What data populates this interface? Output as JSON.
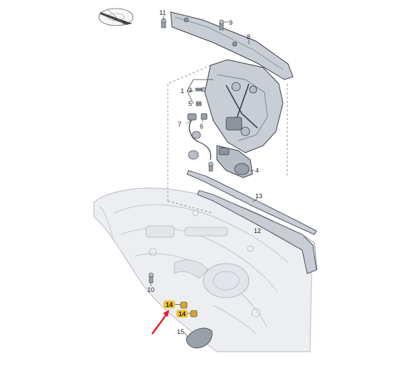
{
  "callouts": [
    {
      "id": "c1",
      "text": "1"
    },
    {
      "id": "c3",
      "text": "3"
    },
    {
      "id": "c4",
      "text": "4"
    },
    {
      "id": "c5",
      "text": "5"
    },
    {
      "id": "c6",
      "text": "6"
    },
    {
      "id": "c7",
      "text": "7"
    },
    {
      "id": "c8",
      "text": "8"
    },
    {
      "id": "c9",
      "text": "9"
    },
    {
      "id": "c10",
      "text": "10"
    },
    {
      "id": "c11",
      "text": "11"
    },
    {
      "id": "c12",
      "text": "12"
    },
    {
      "id": "c13",
      "text": "13"
    },
    {
      "id": "c14a",
      "text": "14"
    },
    {
      "id": "c14b",
      "text": "14"
    },
    {
      "id": "c15",
      "text": "15"
    }
  ],
  "colors": {
    "highlight": "#f3c230",
    "arrow": "#e0202a",
    "part_fill": "#c9ced6",
    "part_dark": "#8d939d",
    "outline": "#3a3f47",
    "door_fill": "#eceef1",
    "door_line": "#b5bac2"
  },
  "icons": [
    "compass-icon",
    "red-arrow-icon"
  ]
}
